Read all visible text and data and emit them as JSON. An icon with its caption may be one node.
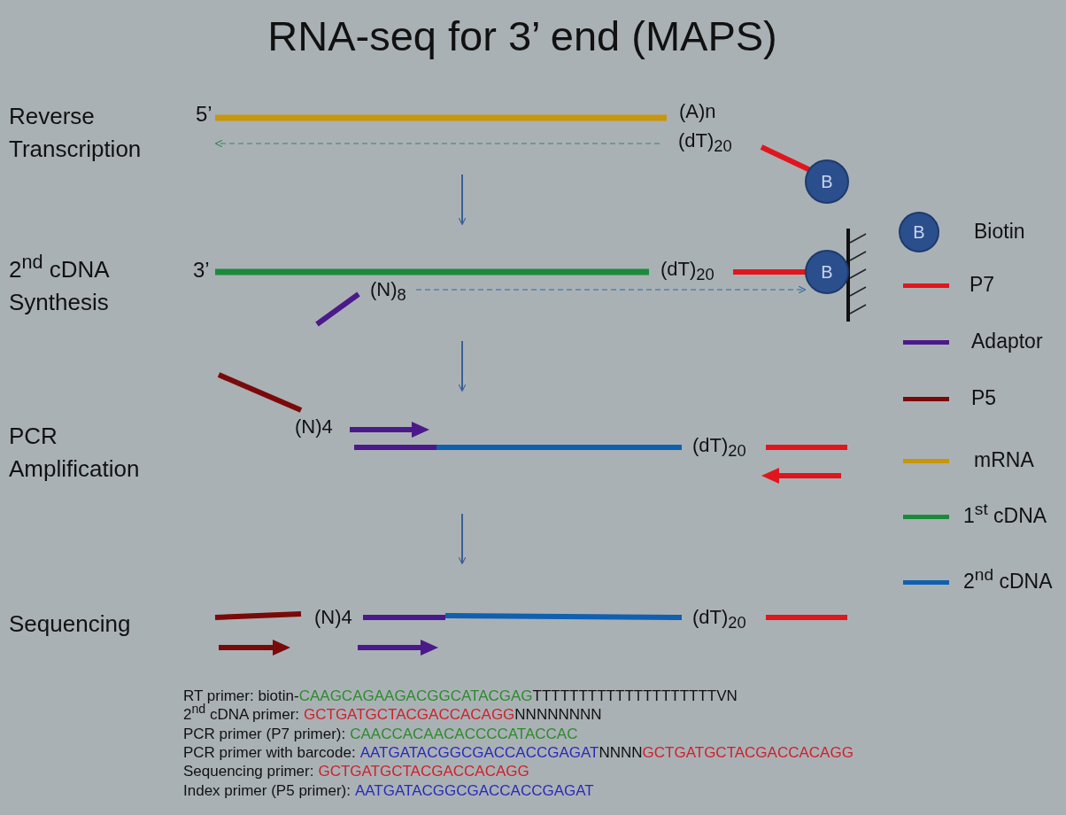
{
  "diagram": {
    "title": "RNA-seq for 3’ end (MAPS)",
    "nodes": [
      {
        "text": [
          "B"
        ]
      },
      {
        "text": [
          "B"
        ]
      },
      {
        "text": [
          "B"
        ]
      }
    ],
    "labels": [
      "Reverse Transcription",
      "5’",
      "(A)n",
      "(dT)$_{20}$",
      "2$^{nd}$ cDNA Synthesis",
      "3’",
      "(dT)$_{20}$",
      "(N)$_{8}$",
      "(N)4",
      "PCR Amplification",
      "(dT)$_{20}$",
      "Sequencing",
      "(N)4",
      "(dT)$_{20}$",
      "RT primer: biotin-",
      "CAAGCAGAAGACGGCATACGAG",
      "TTTTTTTTTTTTTTTTTTTTVN",
      "2$^{nd}$ cDNA primer:",
      "GCTGATGCTACGACCACAGG",
      "NNNNNNNN",
      "PCR primer (P7 primer):",
      "CAACCACAACACCCCATACCAC",
      "PCR primer with barcode:",
      "AATGATACGGCGACCACCGAGAT",
      "NNNN",
      "GCTGATGCTACGACCACAGG",
      "Sequencing primer:",
      "GCTGATGCTACGACCACAGG",
      "Index primer (P5 primer):",
      "AATGATACGGCGACCACCGAGAT"
    ],
    "legend": [
      {
        "text": "Biotin"
      },
      {
        "text": "P7",
        "color": "#e0161e"
      },
      {
        "text": "Adaptor",
        "color": "#4b1a8a"
      },
      {
        "text": "P5",
        "color": "#7a0a0a"
      },
      {
        "text": "mRNA",
        "color": "#c8960a"
      },
      {
        "text": "1$^{st}$ cDNA",
        "color": "#1a8a3a"
      },
      {
        "text": "2$^{nd}$ cDNA",
        "color": "#1060b0"
      }
    ]
  }
}
